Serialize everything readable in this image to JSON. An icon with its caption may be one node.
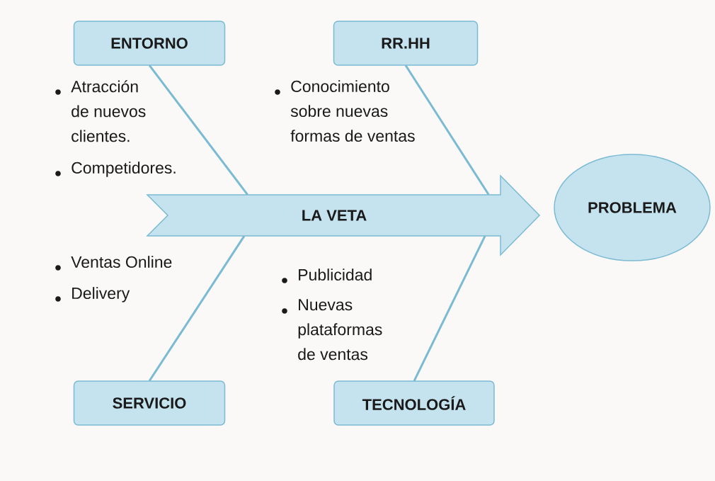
{
  "diagram": {
    "nodes": [
      {
        "text": [
          "ENTORNO"
        ]
      },
      {
        "text": [
          "RR.HH"
        ]
      },
      {
        "text": [
          "LA VETA"
        ]
      },
      {
        "text": [
          "PROBLEMA"
        ]
      },
      {
        "text": [
          "SERVICIO"
        ]
      },
      {
        "text": [
          "TECNOLOGÍA"
        ]
      }
    ],
    "edges": [
      {
        "from": 0,
        "to": 2,
        "arrow": "none"
      },
      {
        "from": 1,
        "to": 2,
        "arrow": "none"
      },
      {
        "from": 4,
        "to": 2,
        "arrow": "none"
      },
      {
        "from": 5,
        "to": 2,
        "arrow": "none"
      }
    ],
    "labels": [
      "Atracción de nuevos clientes.",
      "Competidores.",
      "Conocimiento sobre nuevas formas de ventas",
      "Ventas Online",
      "Delivery",
      "Publicidad",
      "Nuevas plataformas de ventas"
    ]
  }
}
